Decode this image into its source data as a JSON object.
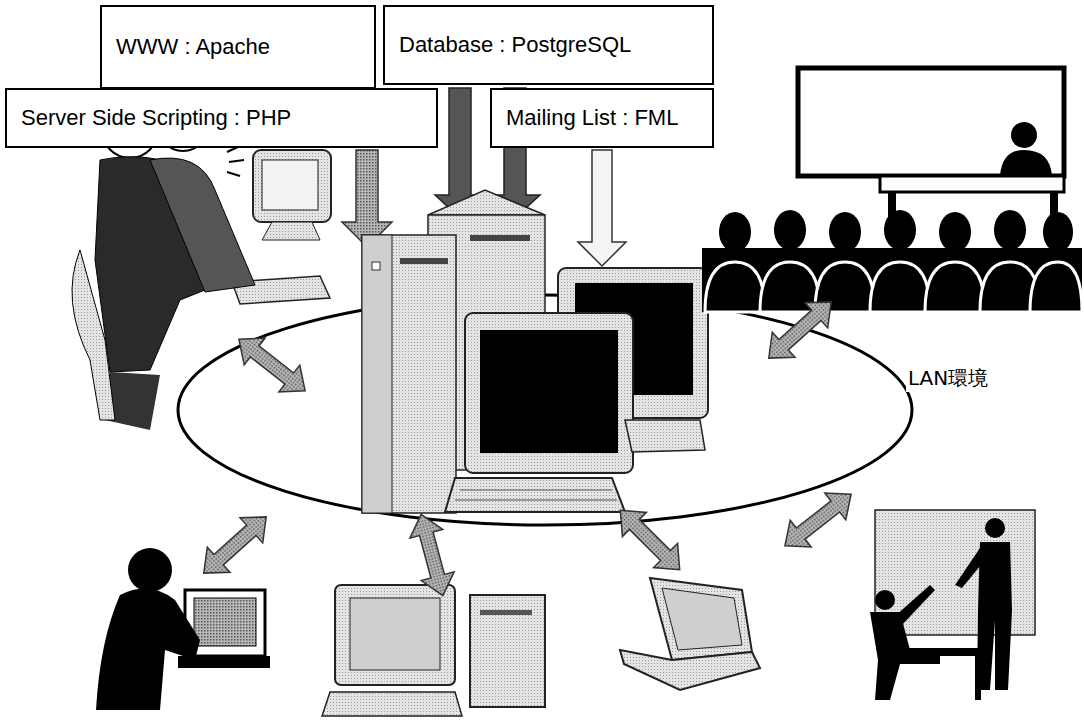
{
  "diagram": {
    "nodes": [
      {
        "text": [
          "WWW : Apache"
        ]
      },
      {
        "text": [
          "Database : PostgreSQL"
        ]
      },
      {
        "text": [
          "Server Side Scripting : PHP"
        ]
      },
      {
        "text": [
          "Mailing List : FML"
        ]
      }
    ],
    "labels": [
      "LAN環境"
    ]
  }
}
